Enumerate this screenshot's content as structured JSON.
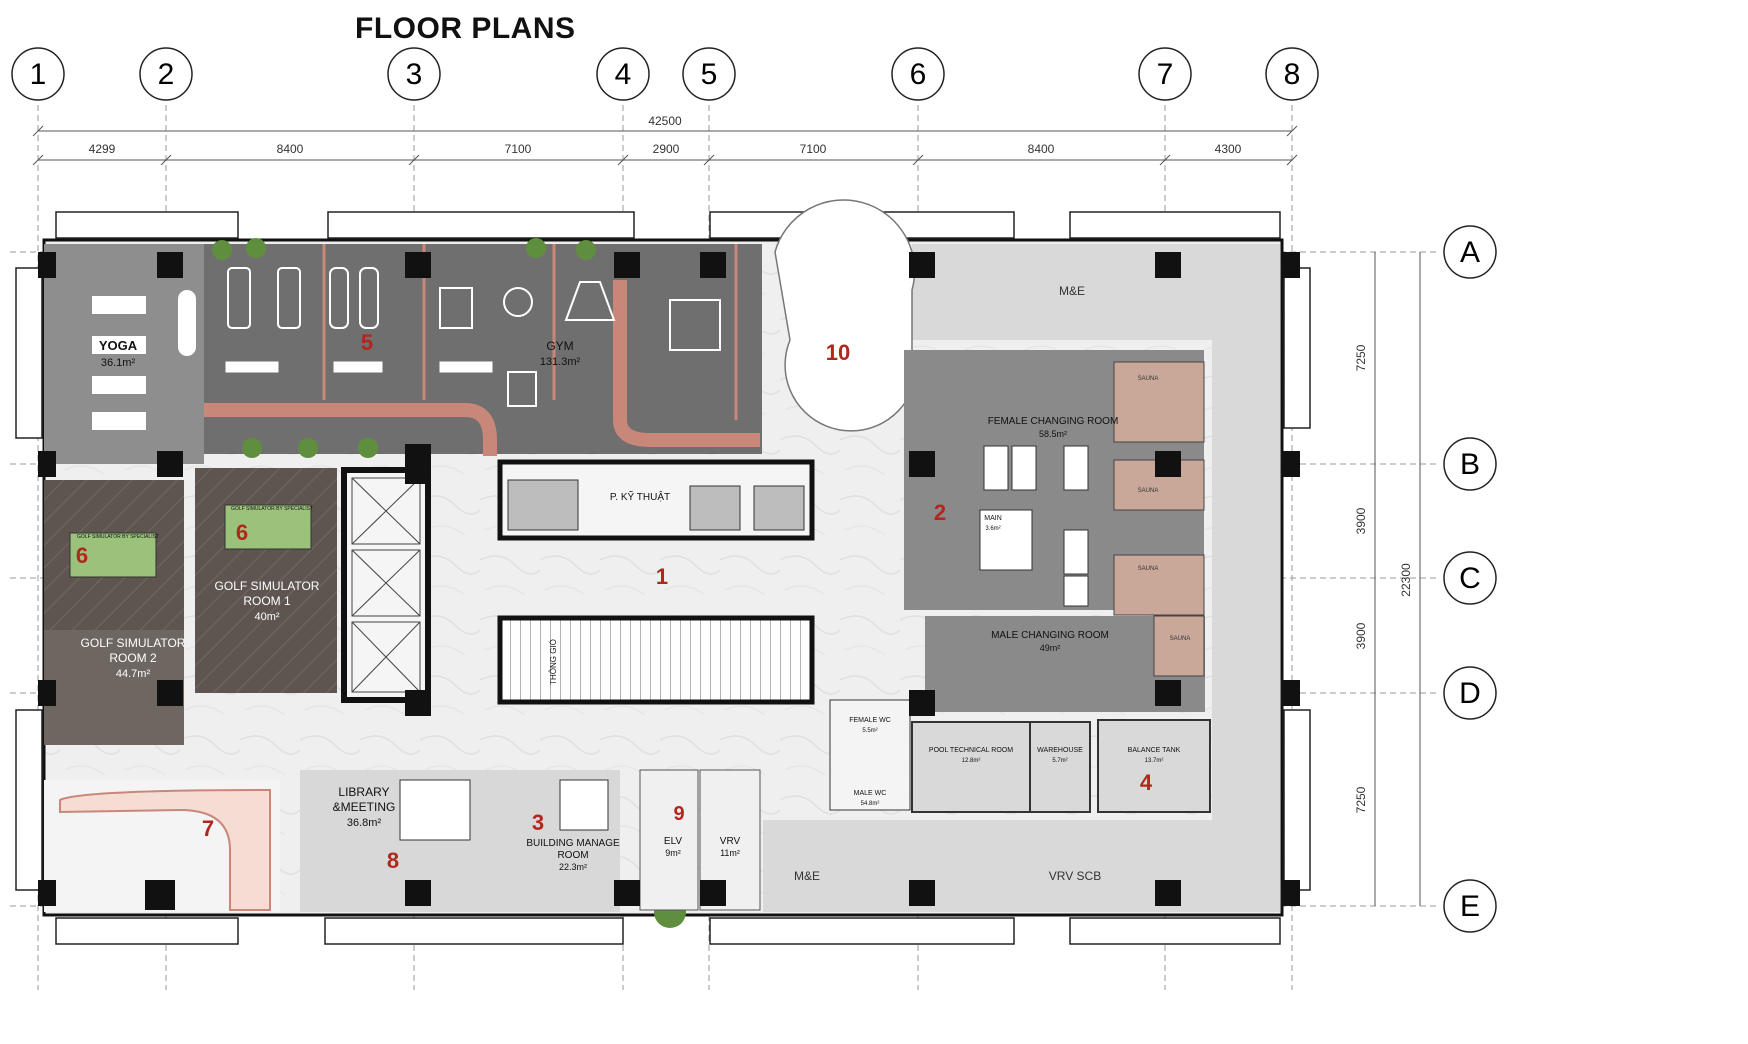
{
  "title": "FLOOR PLANS",
  "grid": {
    "columns": [
      "1",
      "2",
      "3",
      "4",
      "5",
      "6",
      "7",
      "8"
    ],
    "rows": [
      "A",
      "B",
      "C",
      "D",
      "E"
    ],
    "overall_width": "42500",
    "column_spacings": [
      "4299",
      "8400",
      "7100",
      "2900",
      "7100",
      "8400",
      "4300"
    ],
    "row_spacings": [
      "7250",
      "3900",
      "3900",
      "7250"
    ],
    "overall_depth": "22300"
  },
  "rooms": {
    "yoga": {
      "name": "YOGA",
      "area": "36.1m²"
    },
    "gym": {
      "name": "GYM",
      "area": "131.3m²",
      "number": "5"
    },
    "stair_10": {
      "number": "10"
    },
    "me_top": {
      "name": "M&E"
    },
    "female_changing": {
      "name": "FEMALE CHANGING ROOM",
      "area": "58.5m²"
    },
    "male_changing": {
      "name": "MALE CHANGING ROOM",
      "area": "49m²"
    },
    "zone_2": {
      "number": "2"
    },
    "sauna": {
      "label": "SAUNA"
    },
    "golf1": {
      "name1": "GOLF SIMULATOR",
      "name2": "ROOM 1",
      "area": "40m²",
      "number": "6",
      "screen": "GOLF SIMULATOR BY SPECIALIST"
    },
    "golf2": {
      "name1": "GOLF SIMULATOR",
      "name2": "ROOM 2",
      "area": "44.7m²",
      "number": "6",
      "screen": "GOLF SIMULATOR BY SPECIALIST"
    },
    "core": {
      "technical": "P. KỸ THUẬT",
      "number": "1",
      "vent": "THÔNG GIÓ"
    },
    "female_wc": {
      "name": "FEMALE WC",
      "area": "5.5m²"
    },
    "male_wc": {
      "name": "MALE WC",
      "area": "54.8m²"
    },
    "main_wc": {
      "name": "MAIN",
      "area": "3.6m²"
    },
    "pool_tech": {
      "name": "POOL TECHNICAL ROOM",
      "area": "12.8m²"
    },
    "warehouse": {
      "name": "WAREHOUSE",
      "area": "5.7m²"
    },
    "balance_tank": {
      "name": "BALANCE TANK",
      "area": "13.7m²",
      "number": "4"
    },
    "zone_7": {
      "number": "7"
    },
    "library": {
      "name1": "LIBRARY",
      "name2": "&MEETING",
      "area": "36.8m²",
      "number": "8"
    },
    "building_manage": {
      "name1": "BUILDING MANAGE",
      "name2": "ROOM",
      "area": "22.3m²",
      "number": "3"
    },
    "elv": {
      "name": "ELV",
      "area": "9m²",
      "number": "9"
    },
    "vrv": {
      "name": "VRV",
      "area": "11m²"
    },
    "me_bottom": {
      "name": "M&E"
    },
    "vrv_scb": {
      "name": "VRV SCB"
    }
  },
  "colors": {
    "gym_floor": "#6f6f6f",
    "yoga_floor": "#8e8e8e",
    "golf_floor": "#5f5752",
    "golf_screen": "#9bc27a",
    "track": "#c9877a",
    "service": "#d6d6d6",
    "sauna": "#c9a89a",
    "wet_room": "#8a8a8a",
    "marble": "#eeeeee",
    "room_number": "#b3261e"
  }
}
